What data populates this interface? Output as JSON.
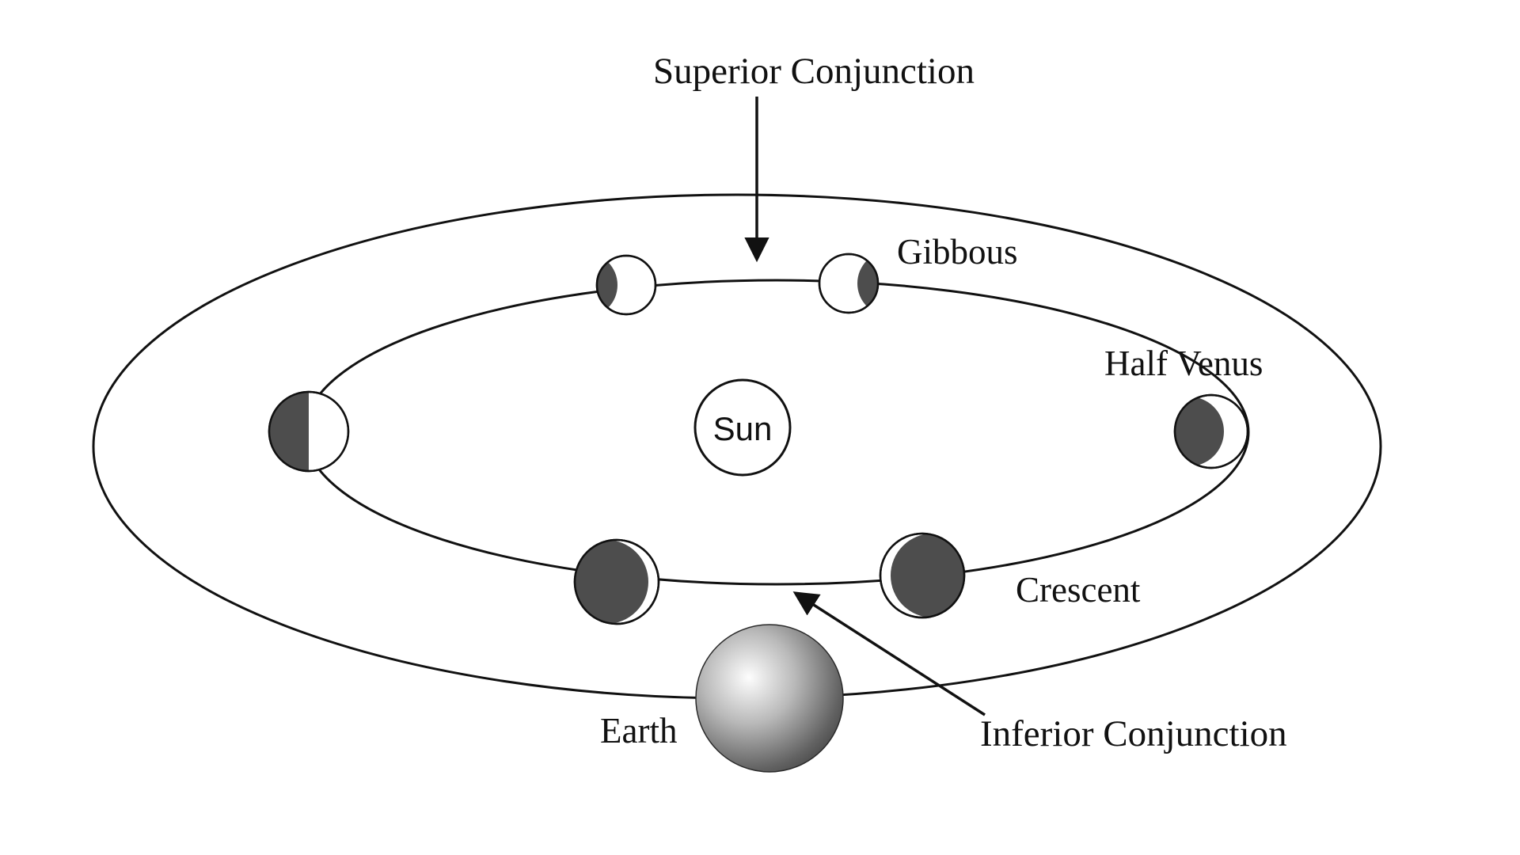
{
  "figure": {
    "labels": {
      "superior_conjunction": "Superior Conjunction",
      "gibbous": "Gibbous",
      "half_venus": "Half Venus",
      "sun": "Sun",
      "crescent": "Crescent",
      "earth": "Earth",
      "inferior_conjunction": "Inferior Conjunction"
    },
    "colors": {
      "background": "#ffffff",
      "ink": "#111111",
      "venus_shadow": "#4d4d4d",
      "venus_lit": "#ffffff",
      "earth_highlight": "#fdfdfd",
      "earth_shadow": "#3f3f3f"
    }
  }
}
